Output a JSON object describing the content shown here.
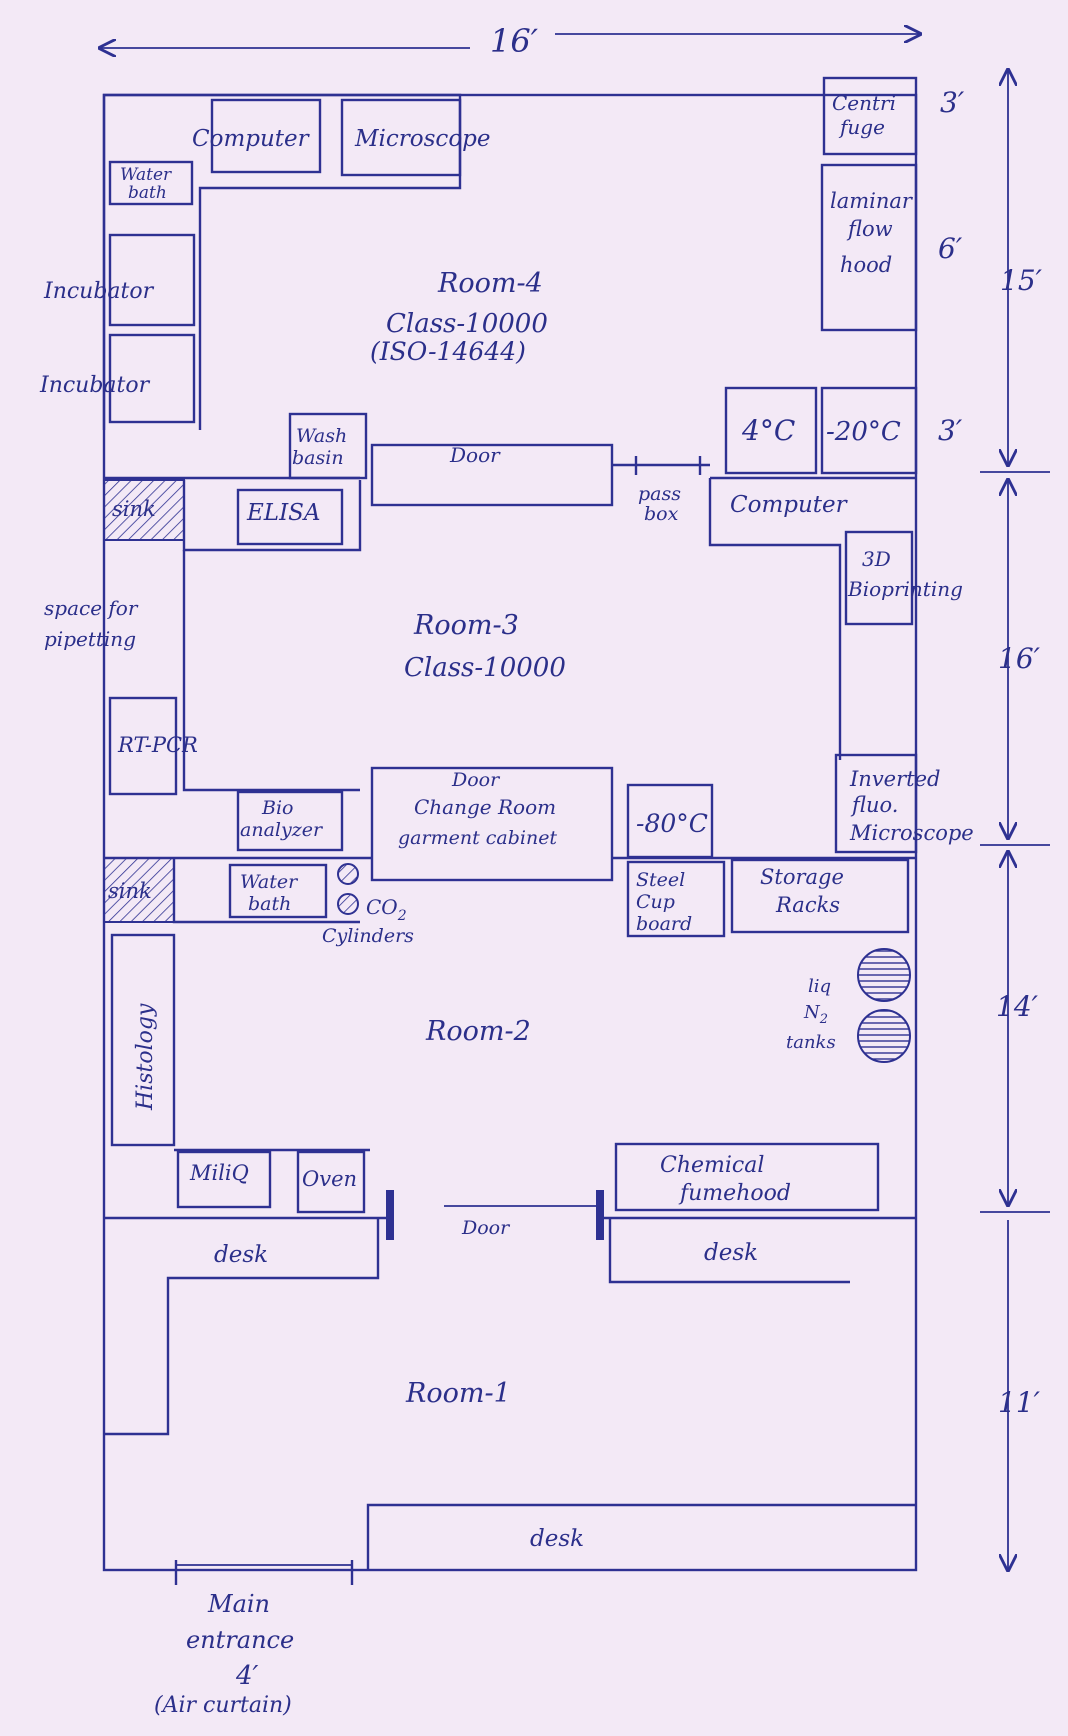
{
  "dimensions": {
    "width_total": "16′",
    "seg_centrifuge": "3′",
    "seg_hood": "6′",
    "seg_fridge": "3′",
    "room4": "15′",
    "room3": "16′",
    "room2": "14′",
    "room1": "11′"
  },
  "room4": {
    "name": "Room-4",
    "class": "Class-10000",
    "iso": "(ISO-14644)",
    "computer": "Computer",
    "microscope": "Microscope",
    "water_bath": [
      "Water",
      "bath"
    ],
    "incubator_1": "Incubator",
    "incubator_2": "Incubator",
    "centrifuge": [
      "Centri",
      "fuge"
    ],
    "laminar": [
      "laminar",
      "flow",
      "hood"
    ],
    "fridge_4": "4°C",
    "freezer_20": "-20°C",
    "wash_basin": [
      "Wash",
      "basin"
    ],
    "door": "Door",
    "pass_box": [
      "pass",
      "box"
    ]
  },
  "room3": {
    "name": "Room-3",
    "class": "Class-10000",
    "sink": "sink",
    "elisa": "ELISA",
    "computer": "Computer",
    "bioprinting": [
      "3D",
      "Bioprinting"
    ],
    "pipetting": [
      "space for",
      "pipetting"
    ],
    "rtpcr": "RT-PCR",
    "bioanalyzer": [
      "Bio",
      "analyzer"
    ],
    "change_room": [
      "Door",
      "Change Room",
      "garment cabinet"
    ],
    "freezer_80": "-80°C",
    "inverted": [
      "Inverted",
      "fluo.",
      "Microscope"
    ]
  },
  "room2": {
    "name": "Room-2",
    "sink": "sink",
    "water_bath": [
      "Water",
      "bath"
    ],
    "co2": "CO",
    "co2_sub": "2",
    "cylinders": "Cylinders",
    "steel": [
      "Steel",
      "Cup",
      "board"
    ],
    "storage": [
      "Storage",
      "Racks"
    ],
    "histology": "Histology",
    "liq": [
      "liq",
      "N",
      "2",
      "tanks"
    ],
    "miliq": "MiliQ",
    "oven": "Oven",
    "fumehood": [
      "Chemical",
      "fumehood"
    ],
    "door": "Door"
  },
  "room1": {
    "name": "Room-1",
    "desk_left": "desk",
    "desk_right": "desk",
    "desk_bottom": "desk"
  },
  "entrance": {
    "line1": "Main",
    "line2": "entrance",
    "line3": "4′",
    "line4": "(Air curtain)"
  },
  "colors": {
    "paper": "#f3e9f6",
    "ink": "#2e3192",
    "ink_text": "#2b2f8a"
  }
}
